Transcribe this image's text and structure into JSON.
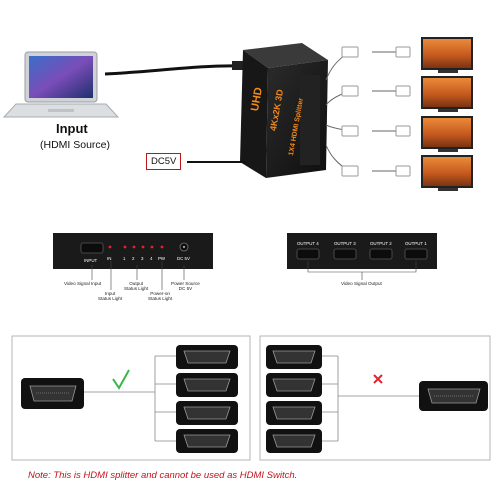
{
  "top": {
    "input_title": "Input",
    "input_subtitle": "(HDMI Source)",
    "dc_label": "DC5V",
    "device_brand": "UHD",
    "device_spec": "4Kx2K 3D",
    "device_model": "1X4 HDMI Splitter"
  },
  "front_panel": {
    "input_port": "INPUT",
    "in_led": "IN",
    "out_leds": [
      "1",
      "2",
      "3",
      "4"
    ],
    "pw_led": "PW",
    "dc_port": "DC 5V",
    "callouts": {
      "video_signal_input": "Video Signal Input",
      "input_status_light": [
        "Input",
        "Status Light"
      ],
      "output_status_light": [
        "Output",
        "Status Light"
      ],
      "power_on_status_light": [
        "Power-on",
        "Status Light"
      ],
      "power_source": [
        "Power Source",
        "DC 5V"
      ]
    }
  },
  "back_panel": {
    "ports": [
      "OUTPUT 4",
      "OUTPUT 3",
      "OUTPUT 2",
      "OUTPUT 1"
    ],
    "callout": "Video Signal Output"
  },
  "diagram": {
    "left_mark": "✓",
    "right_mark": "✕"
  },
  "note": "Note: This is HDMI splitter and cannot be used as HDMI Switch.",
  "colors": {
    "accent_red": "#c0141a",
    "check_green": "#3bb54a",
    "device_black": "#1b1b1b"
  }
}
